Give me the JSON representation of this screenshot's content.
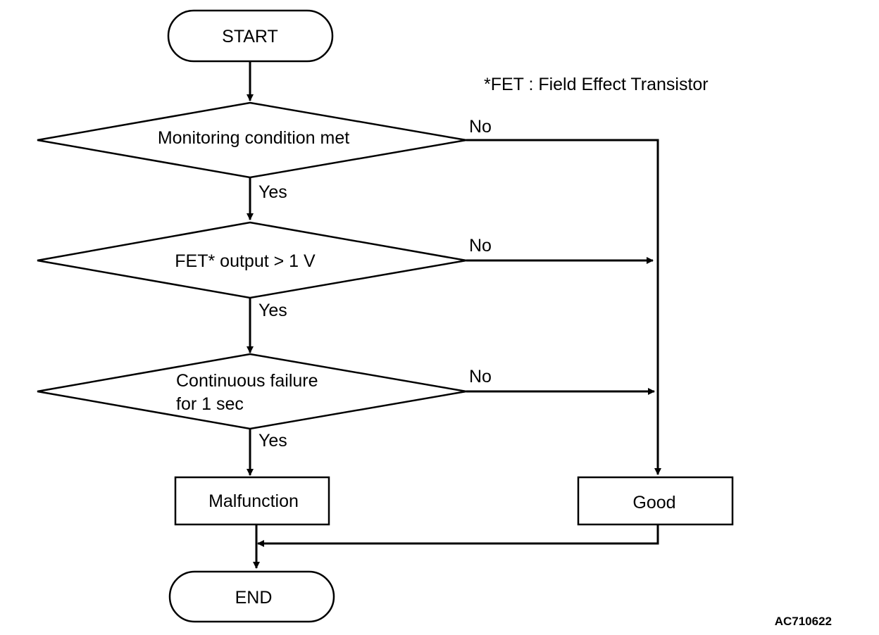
{
  "footnote": "*FET : Field Effect Transistor",
  "diagram_code": "AC710622",
  "nodes": {
    "start": {
      "label": "START"
    },
    "decision1": {
      "label": "Monitoring condition met"
    },
    "decision2": {
      "label": "FET* output > 1 V"
    },
    "decision3": {
      "line1": "Continuous failure",
      "line2": "for 1 sec"
    },
    "malfunction": {
      "label": "Malfunction"
    },
    "good": {
      "label": "Good"
    },
    "end": {
      "label": "END"
    }
  },
  "edges": {
    "yes": "Yes",
    "no": "No"
  }
}
